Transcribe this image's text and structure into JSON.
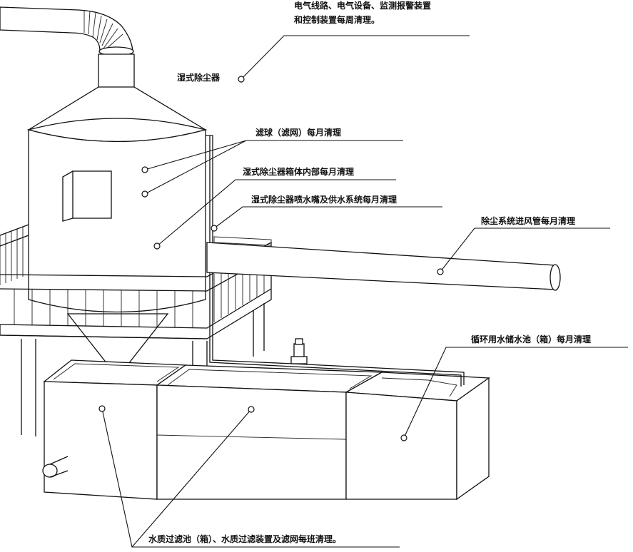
{
  "labels": {
    "electrical_line1": "电气线路、电气设备、监测报警装置",
    "electrical_line2": "和控制装置每周清理。",
    "wet_dust_collector": "湿式除尘器",
    "filter_ball": "滤球（滤网）每月清理",
    "box_interior": "湿式除尘器箱体内部每月清理",
    "nozzle_supply": "湿式除尘器喷水嘴及供水系统每月清理",
    "inlet_duct": "除尘系统进风管每月清理",
    "circulation_pool": "循环用水储水池（箱）每月清理",
    "filter_pool": "水质过滤池（箱）、水质过滤装置及滤网每班清理。"
  },
  "colors": {
    "line": "#111111",
    "background": "#ffffff"
  }
}
